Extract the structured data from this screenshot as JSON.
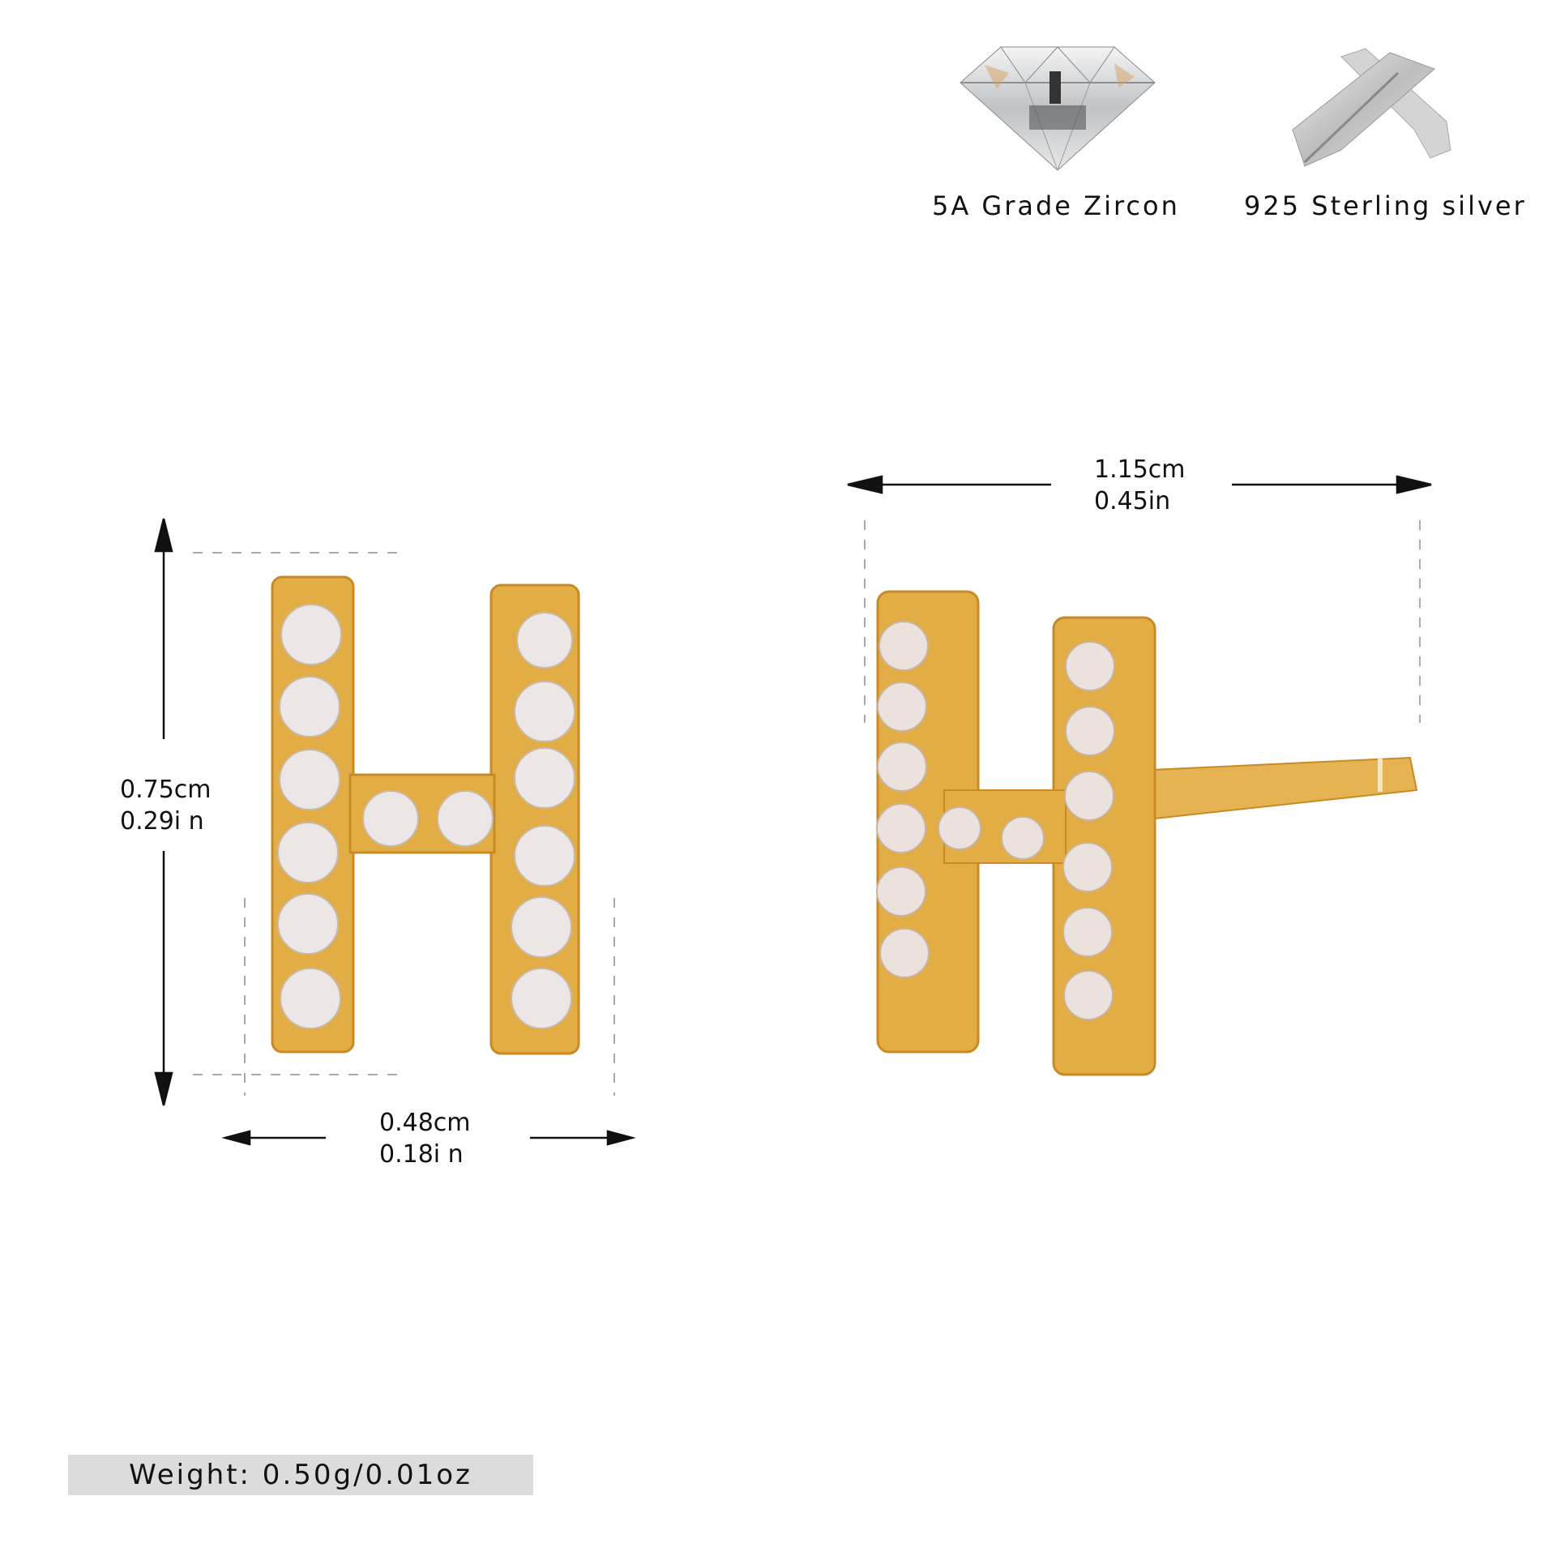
{
  "features": [
    {
      "icon": "diamond-icon",
      "label": "5A Grade Zircon"
    },
    {
      "icon": "silver-bar-icon",
      "label": "925 Sterling silver"
    }
  ],
  "dimensions": {
    "height": {
      "cm": "0.75cm",
      "in": "0.29i n"
    },
    "width": {
      "cm": "0.48cm",
      "in": "0.18i n"
    },
    "depth": {
      "cm": "1.15cm",
      "in": "0.45in"
    }
  },
  "weight": {
    "label": "Weight:  0.50g/0.01oz"
  },
  "colors": {
    "gold": "#e3ad45",
    "gold_dark": "#c88a25",
    "gold_light": "#f6d27a",
    "stone": "#ece7e6",
    "guide": "#aaaaaa",
    "arrow": "#111111",
    "weight_bg": "#dcdcdc"
  }
}
